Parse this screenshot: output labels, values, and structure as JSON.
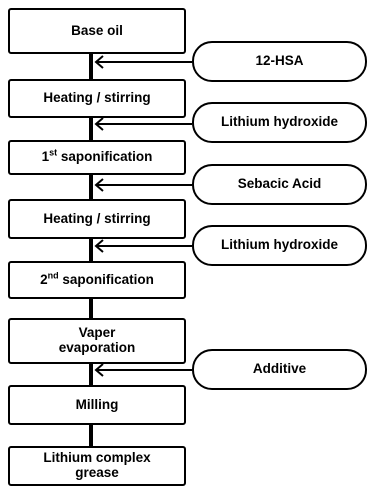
{
  "steps": [
    {
      "id": "base-oil",
      "label": "Base oil"
    },
    {
      "id": "heating-1",
      "label": "Heating / stirring"
    },
    {
      "id": "sap-1",
      "prefix": "1",
      "sup": "st",
      "suffix": " saponification"
    },
    {
      "id": "heating-2",
      "label": "Heating / stirring"
    },
    {
      "id": "sap-2",
      "prefix": "2",
      "sup": "nd",
      "suffix": " saponification"
    },
    {
      "id": "vapor",
      "line1": "Vaper",
      "line2": "evaporation"
    },
    {
      "id": "milling",
      "label": "Milling"
    },
    {
      "id": "product",
      "line1": "Lithium complex",
      "line2": "grease"
    }
  ],
  "inputs": [
    {
      "id": "12hsa",
      "label": "12-HSA"
    },
    {
      "id": "lioh-1",
      "label": "Lithium hydroxide"
    },
    {
      "id": "sebacic",
      "label": "Sebacic Acid"
    },
    {
      "id": "lioh-2",
      "label": "Lithium hydroxide"
    },
    {
      "id": "additive",
      "label": "Additive"
    }
  ]
}
